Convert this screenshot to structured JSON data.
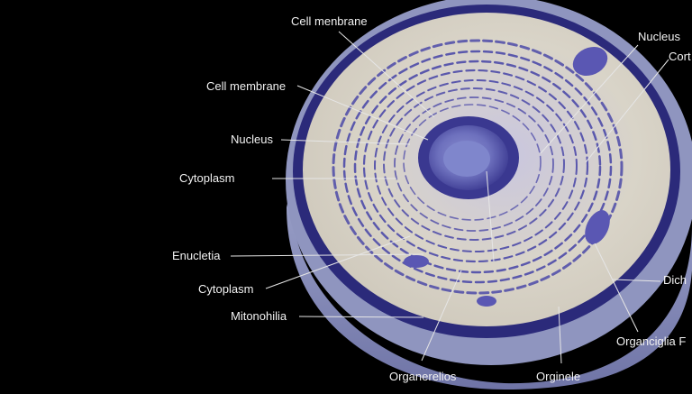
{
  "diagram": {
    "labels": [
      {
        "id": "label-cell-membrane-top",
        "text": "Cell menbrane"
      },
      {
        "id": "label-cell-membrane-left",
        "text": "Cell membrane"
      },
      {
        "id": "label-nucleus-left",
        "text": "Nucleus"
      },
      {
        "id": "label-cytoplasm-upper",
        "text": "Cytoplasm"
      },
      {
        "id": "label-enucletia",
        "text": "Enucletia"
      },
      {
        "id": "label-cytoplasm-lower",
        "text": "Cytoplasm"
      },
      {
        "id": "label-mitonohilia",
        "text": "Mitonohilia"
      },
      {
        "id": "label-organerelios",
        "text": "Organerelios"
      },
      {
        "id": "label-orginele",
        "text": "Orginele"
      },
      {
        "id": "label-organciglia",
        "text": "Organciglia F"
      },
      {
        "id": "label-dich",
        "text": "Dich"
      },
      {
        "id": "label-nucleus-right",
        "text": "Nucleus"
      },
      {
        "id": "label-cort",
        "text": "Cort"
      }
    ],
    "colors": {
      "background": "#000000",
      "membrane": "#2b2a7a",
      "cytoplasm": "#d8d3c6",
      "organelle": "#5a57b3",
      "nucleus": "#7b7fc4",
      "leader": "#e6e6e6",
      "label": "#f2f2f2"
    }
  }
}
